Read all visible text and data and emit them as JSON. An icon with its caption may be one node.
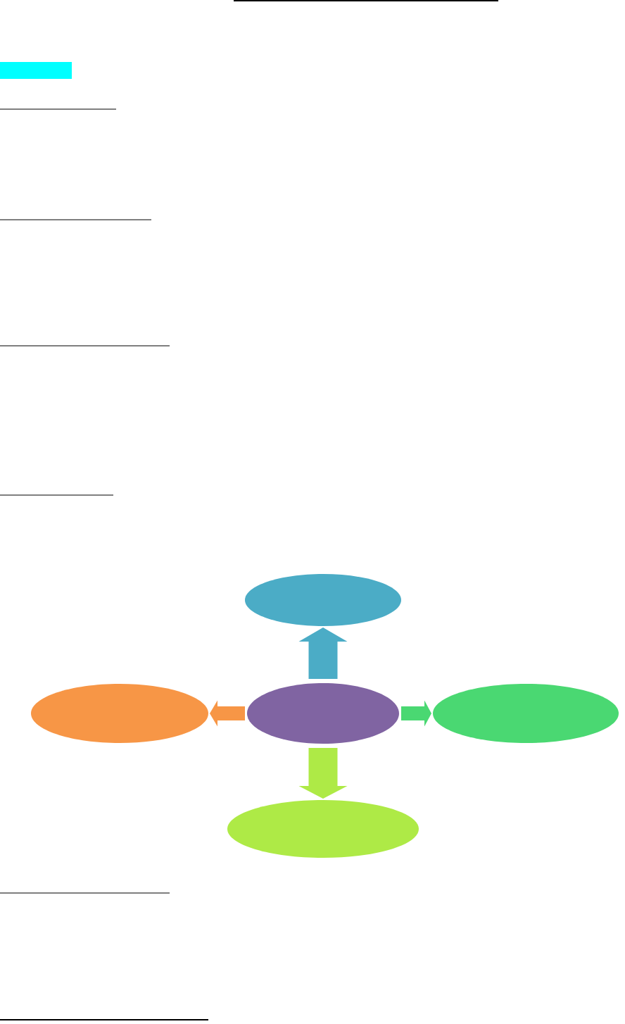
{
  "diagram": {
    "nodes": [
      {
        "text": [],
        "shape": "ellipse"
      },
      {
        "text": [],
        "shape": "ellipse"
      },
      {
        "text": [],
        "shape": "ellipse"
      },
      {
        "text": [],
        "shape": "ellipse"
      },
      {
        "text": [],
        "shape": "ellipse"
      }
    ],
    "edges": [
      {
        "from": 2,
        "to": 0,
        "arrow": "to",
        "style": "thick",
        "color": "#4bacc6"
      },
      {
        "from": 2,
        "to": 1,
        "arrow": "to",
        "style": "thick",
        "color": "#f79646"
      },
      {
        "from": 2,
        "to": 3,
        "arrow": "to",
        "style": "thick",
        "color": "#4ad872"
      },
      {
        "from": 2,
        "to": 4,
        "arrow": "to",
        "style": "thick",
        "color": "#aeea46"
      }
    ]
  }
}
